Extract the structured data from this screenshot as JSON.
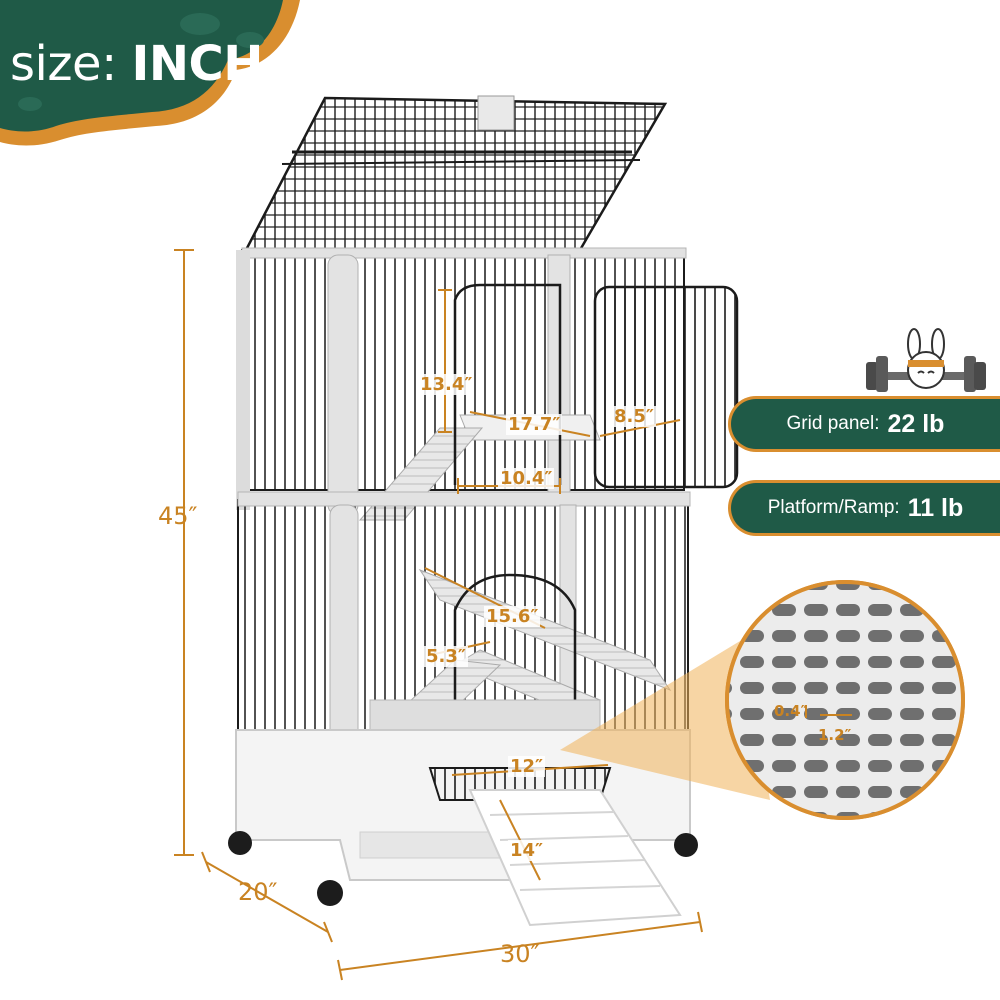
{
  "badge": {
    "prefix": "size: ",
    "unit": "INCH"
  },
  "weights": [
    {
      "label": "Grid panel:",
      "value": "22 lb"
    },
    {
      "label": "Platform/Ramp:",
      "value": "11 lb"
    }
  ],
  "dimensions": {
    "height": "45″",
    "depth": "20″",
    "width": "30″",
    "door_height": "13.4″",
    "platform_length": "17.7″",
    "platform_width": "8.5″",
    "ramp_span": "10.4″",
    "ramp_length": "15.6″",
    "ramp_width": "5.3″",
    "tray_width": "12″",
    "bottom_ramp": "14″",
    "slot_width": "0.4″",
    "slot_length": "1.2″"
  },
  "colors": {
    "brand_green": "#1f5a47",
    "accent_orange": "#d98e2f",
    "cage_wire": "#1b1b1b"
  },
  "icons": [
    "bunny-dumbbell-icon",
    "mesh-zoom-detail"
  ]
}
